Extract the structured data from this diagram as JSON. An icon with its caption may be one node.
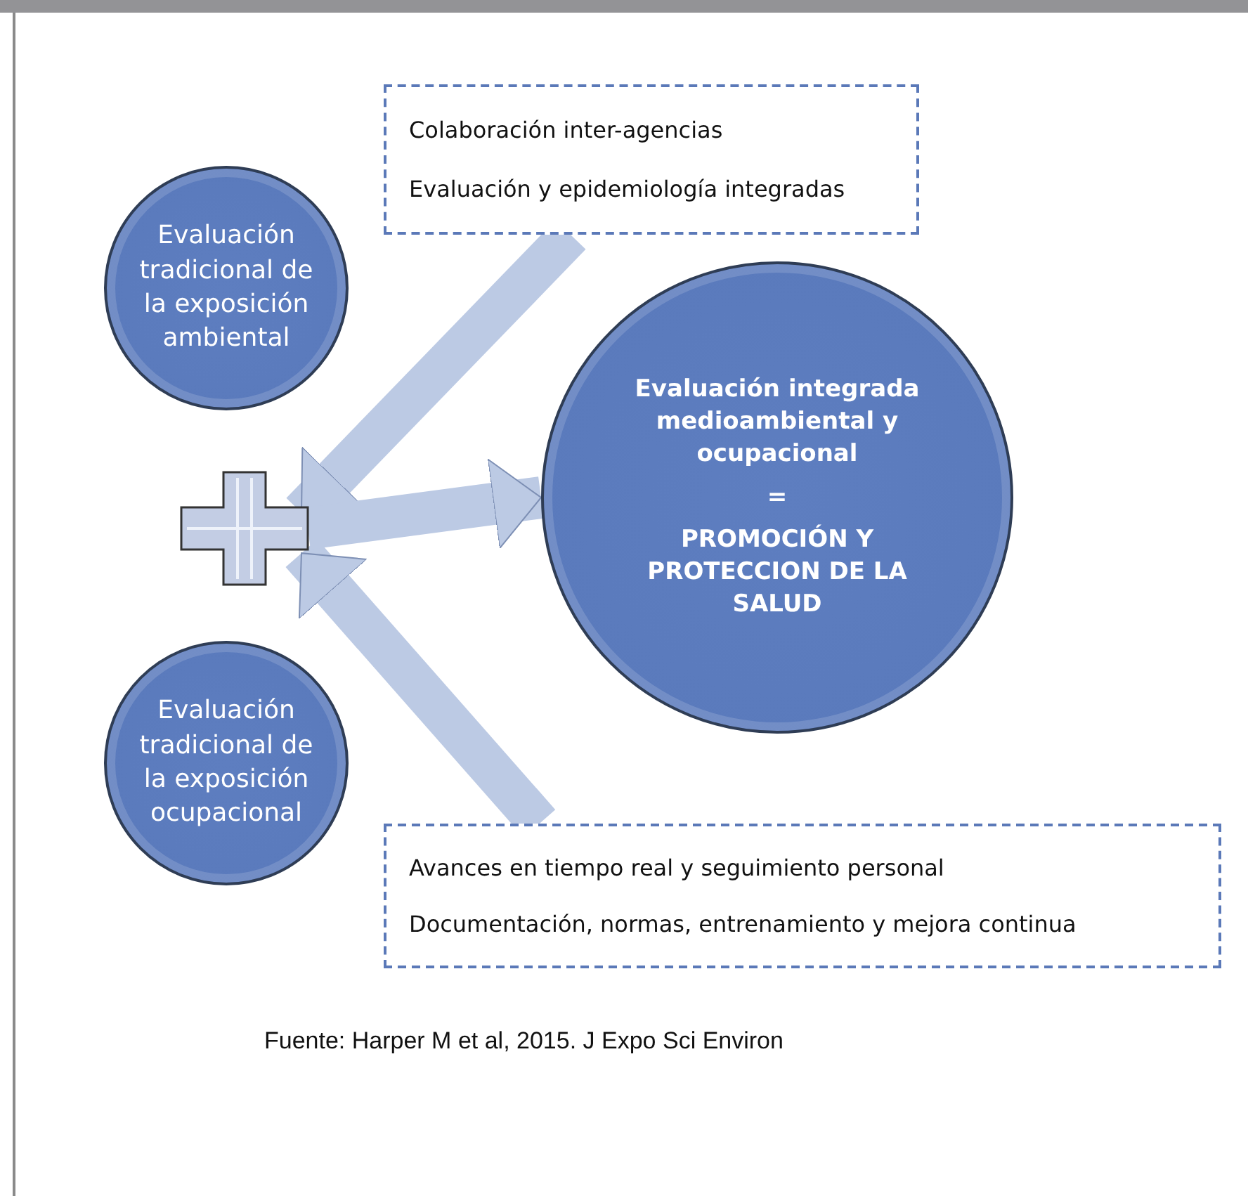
{
  "diagram": {
    "nodes": [
      {
        "text": [
          "Colaboración inter-agencias",
          "Evaluación y epidemiología integradas"
        ]
      },
      {
        "text": [
          "Evaluación tradicional de la exposición ambiental"
        ]
      },
      {
        "text": [
          "Evaluación integrada medioambiental y ocupacional",
          "=",
          "PROMOCIÓN Y PROTECCION DE LA SALUD"
        ]
      },
      {
        "text": [],
        "shape": "plus"
      },
      {
        "text": [
          "Evaluación tradicional de la exposición ocupacional"
        ]
      },
      {
        "text": [
          "Avances en tiempo real y seguimiento personal",
          "Documentación, normas,  entrenamiento y mejora continua"
        ]
      }
    ],
    "edges": [
      {
        "from": 0,
        "to": 3,
        "arrow": "to"
      },
      {
        "from": 5,
        "to": 3,
        "arrow": "to"
      },
      {
        "from": 3,
        "to": 2,
        "arrow": "to"
      }
    ],
    "labels": [
      "Fuente: Harper M et al, 2015. J Expo Sci Environ"
    ]
  }
}
